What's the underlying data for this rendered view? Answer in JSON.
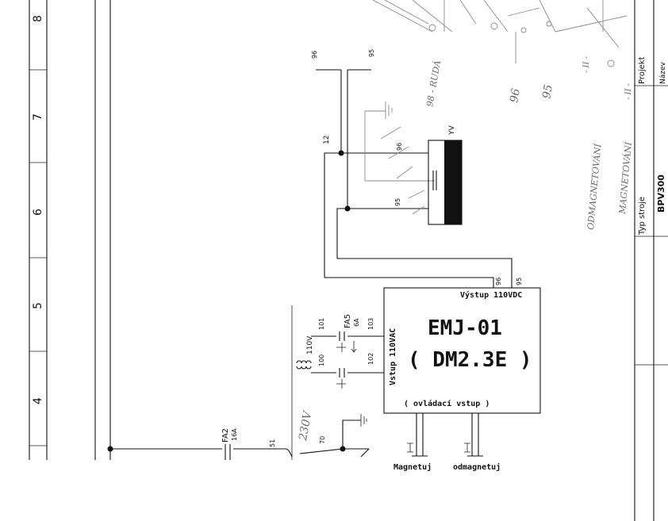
{
  "frame_numbers": [
    "8",
    "7",
    "6",
    "5",
    "4"
  ],
  "wire_labels": {
    "w96_top": "96",
    "w95_top": "95",
    "w96_bottom": "96",
    "w95_bottom": "95",
    "node12": "12",
    "w96_yv": "96",
    "w95_yv": "95",
    "w101": "101",
    "w103": "103",
    "w100": "100",
    "w102": "102",
    "w51": "51",
    "w70": "70"
  },
  "components": {
    "yv": "YV",
    "fa5": "FA5",
    "fa5_rating": "6A",
    "fa2": "FA2",
    "fa2_rating": "16A",
    "v110": "110V",
    "v230": "230V"
  },
  "module": {
    "name": "EMJ-01",
    "model": "( DM2.3E )",
    "output": "Výstup 110VDC",
    "input": "Vstup 110VAC",
    "control": "( ovládací vstup )"
  },
  "buttons": {
    "magnetize": "Magnetuj",
    "demagnetize": "odmagnetuj"
  },
  "title_block": {
    "projekt": "Projekt",
    "nazev": "Název",
    "typ": "Typ stroje",
    "machine": "BPV300"
  },
  "handwritten": {
    "rud": "98 - RUDÁ",
    "n96": "96",
    "n95": "95",
    "odmag": "ODMAGNETOVÁNÍ",
    "mag": "MAGNETOVÁNÍ",
    "dash1": "- II -",
    "dash2": "- II -"
  }
}
